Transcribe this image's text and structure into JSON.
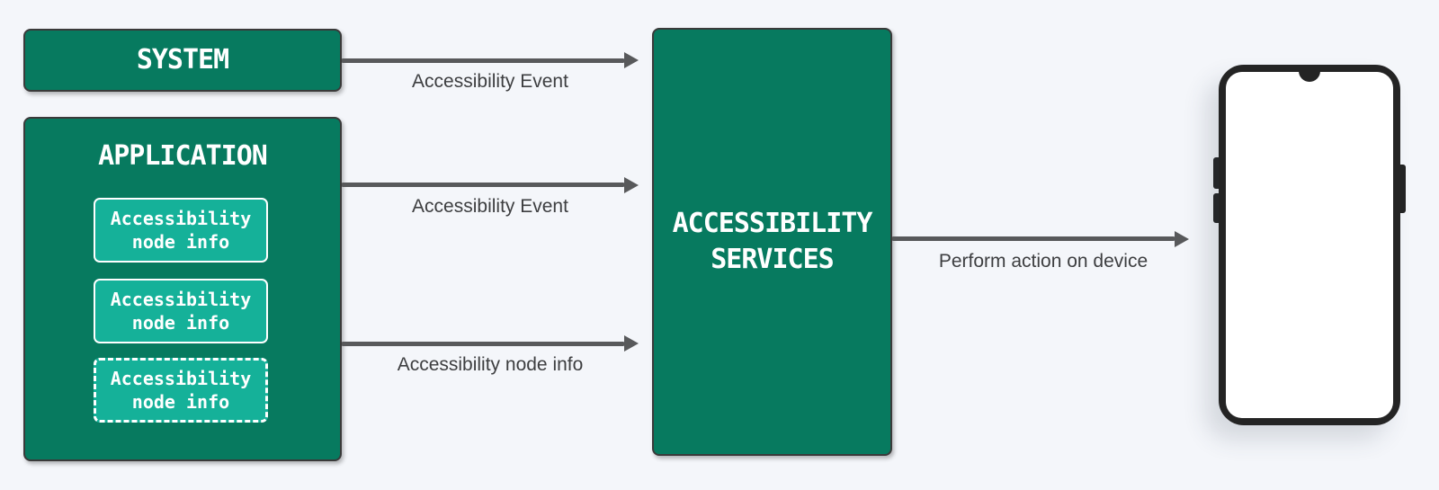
{
  "colors": {
    "background": "#f4f6fa",
    "box_green": "#077a5f",
    "node_teal": "#15b199",
    "box_border": "#3a3a3a",
    "arrow_gray": "#58595b",
    "label_text": "#3d3e40",
    "phone_frame": "#242424",
    "phone_screen": "#ffffff"
  },
  "boxes": {
    "system": {
      "label": "SYSTEM"
    },
    "application": {
      "label": "APPLICATION",
      "nodes": [
        {
          "label": "Accessibility\nnode info",
          "border_style": "solid"
        },
        {
          "label": "Accessibility\nnode info",
          "border_style": "solid"
        },
        {
          "label": "Accessibility\nnode info",
          "border_style": "dashed"
        }
      ]
    },
    "services": {
      "label": "ACCESSIBILITY\nSERVICES"
    }
  },
  "arrows": [
    {
      "label": "Accessibility Event",
      "from": "system",
      "to": "accessibility-services"
    },
    {
      "label": "Accessibility Event",
      "from": "application",
      "to": "accessibility-services"
    },
    {
      "label": "Accessibility node info",
      "from": "application",
      "to": "accessibility-services"
    },
    {
      "label": "Perform action on device",
      "from": "accessibility-services",
      "to": "device"
    }
  ],
  "device": {
    "type": "smartphone",
    "screen": "blank"
  }
}
